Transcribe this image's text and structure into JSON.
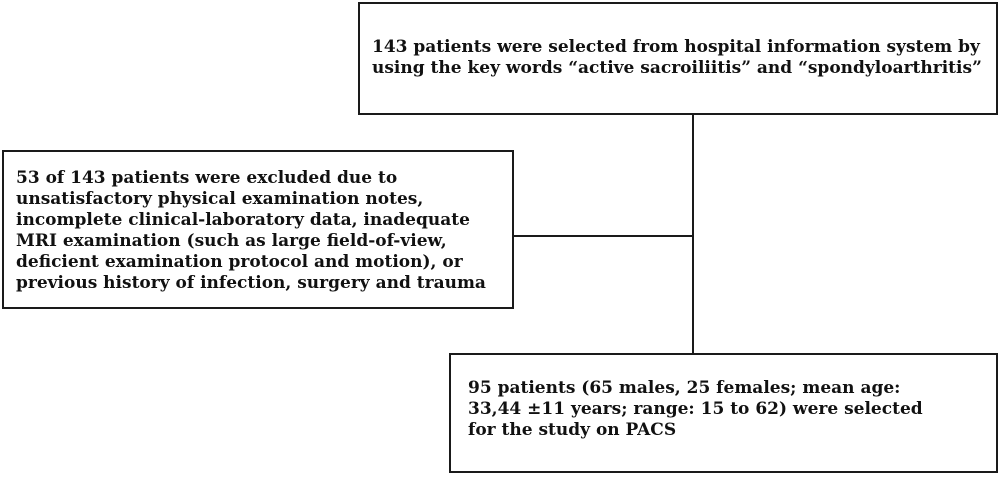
{
  "flowchart": {
    "top_box": {
      "lines": [
        "143 patients were selected from hospital information system by",
        "using the key words “active sacroiliitis” and “spondyloarthritis”"
      ]
    },
    "left_box": {
      "lines": [
        "53 of 143 patients were excluded due to",
        "unsatisfactory physical examination notes,",
        "incomplete clinical-laboratory data, inadequate",
        "MRI examination (such as large field-of-view,",
        "deficient examination protocol and motion), or",
        "previous history of infection, surgery and trauma"
      ]
    },
    "bottom_box": {
      "lines": [
        "95 patients (65 males, 25 females; mean age:",
        "33,44 ±11 years; range: 15 to 62) were selected",
        "for the study on PACS"
      ]
    }
  }
}
